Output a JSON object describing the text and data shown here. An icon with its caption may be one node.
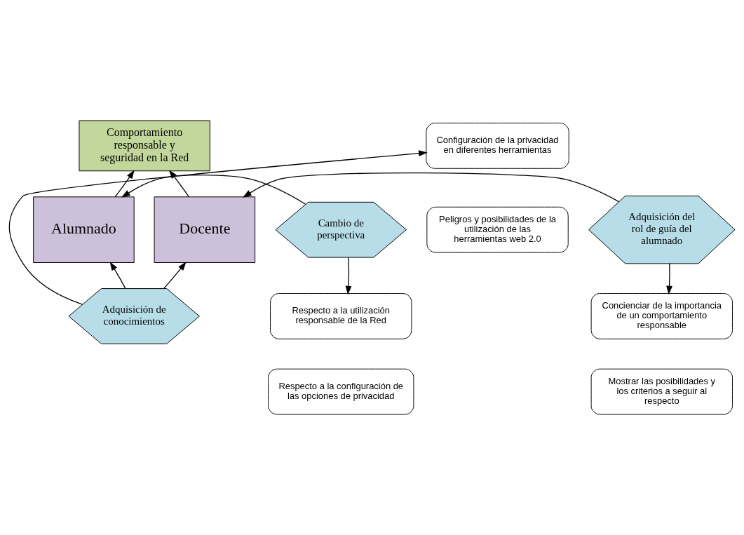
{
  "diagram": {
    "nodes": [
      {
        "text": [
          "Comportamiento responsable y seguridad en la Red"
        ]
      },
      {
        "text": [
          "Cambio de perspectiva"
        ]
      },
      {
        "text": [
          "Alumnado"
        ]
      },
      {
        "text": [
          "Docente"
        ]
      },
      {
        "text": [
          "Adquisición del rol de guía del alumnado"
        ]
      },
      {
        "text": [
          "Respecto a la utilización responsable de la Red"
        ]
      },
      {
        "text": [
          "Respecto a la configuración de las opciones de privacidad"
        ]
      },
      {
        "text": [
          "Adquisición de conocimientos"
        ]
      },
      {
        "text": [
          "Concienciar de la importancia de un comportamiento responsable"
        ]
      },
      {
        "text": [
          "Mostrar las posibilidades y los criterios a seguir al respecto"
        ]
      },
      {
        "text": [
          "Configuración de la privacidad en diferentes herramientas"
        ]
      },
      {
        "text": [
          "Peligros y posibilidades de la utilización de las herramientas web 2.0"
        ]
      }
    ],
    "edges": [
      {
        "from": 2,
        "to": 0,
        "arrow": "to"
      },
      {
        "from": 3,
        "to": 0,
        "arrow": "to"
      },
      {
        "from": 1,
        "to": 2,
        "arrow": "to"
      },
      {
        "from": 4,
        "to": 3,
        "arrow": "to"
      },
      {
        "from": 7,
        "to": 2,
        "arrow": "to"
      },
      {
        "from": 7,
        "to": 3,
        "arrow": "to"
      },
      {
        "from": 1,
        "to": 5,
        "arrow": "to"
      },
      {
        "from": 4,
        "to": 8,
        "arrow": "to"
      },
      {
        "from": 7,
        "to": 10,
        "arrow": "to"
      }
    ]
  }
}
